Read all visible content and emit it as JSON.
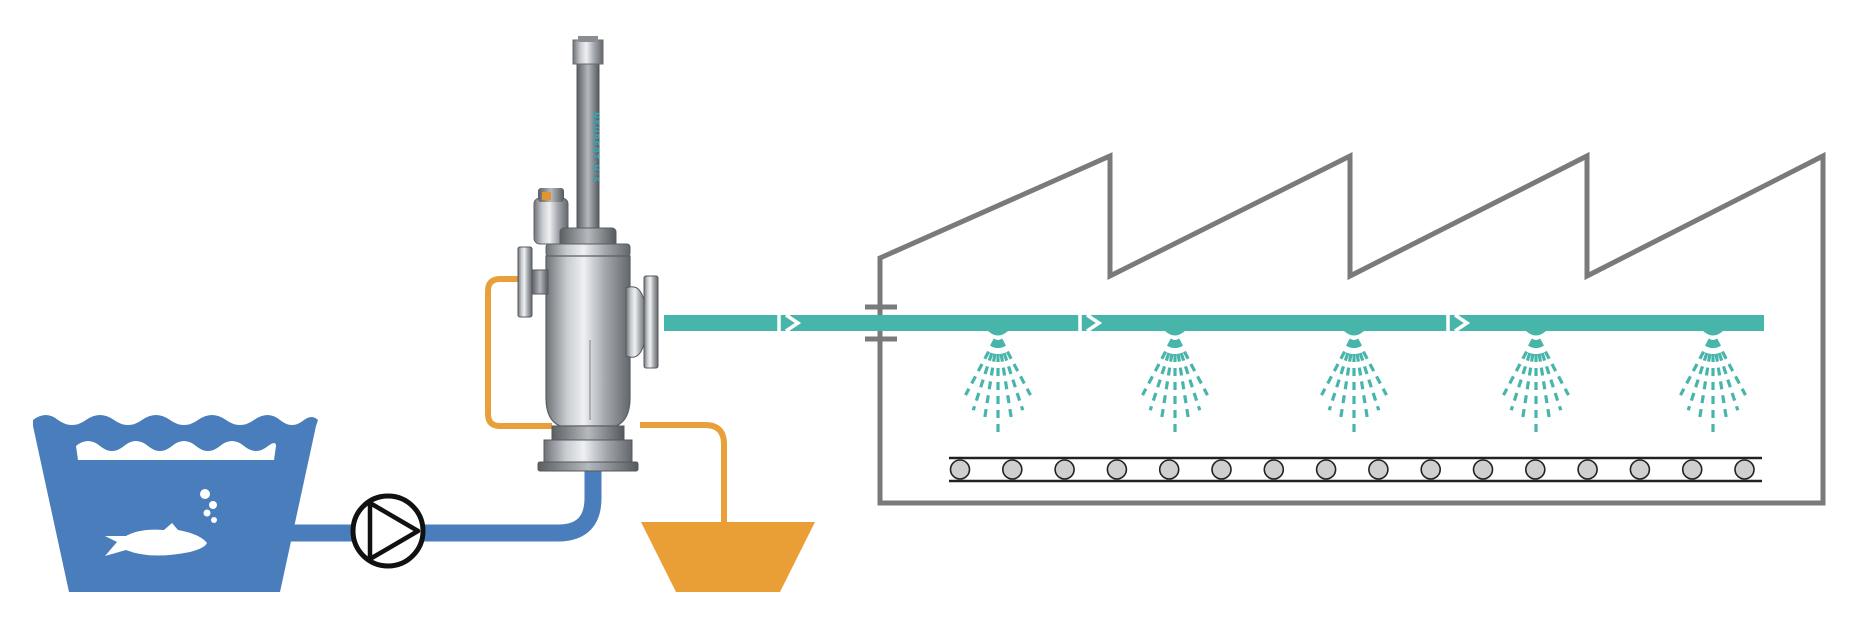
{
  "filter": {
    "brand": "NEUPERT·H²S"
  },
  "colors": {
    "raw_water": "#4a7dbb",
    "filtered_water": "#48b5aa",
    "backflush": "#e8a03a",
    "building": "#7a7a7a",
    "pump_stroke": "#111111",
    "roller": "#cfcfcf",
    "steel_light": "#d7d9dc",
    "steel_dark": "#7c8086",
    "valve_cap": "#e0952e"
  },
  "icons": {
    "source": "water-basin-with-fish",
    "pump": "pump-symbol",
    "filter": "automatic-self-cleaning-filter",
    "drain": "backflush-collection-tank",
    "plant": "factory-building",
    "sprays": "spray-nozzle",
    "conveyor": "roller-conveyor"
  },
  "counts": {
    "spray_nozzles": 5,
    "conveyor_rollers": 16
  }
}
